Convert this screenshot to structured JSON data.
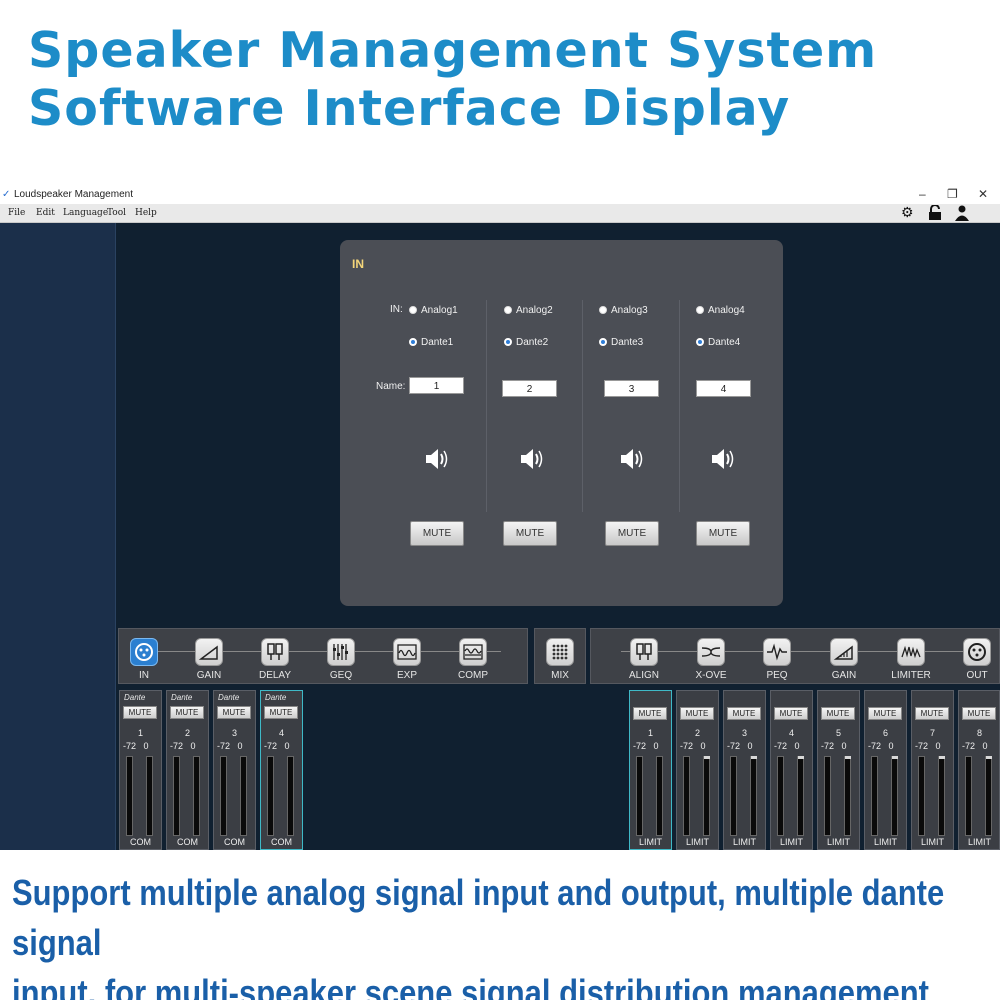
{
  "headline": {
    "line1": "Speaker Management System",
    "line2": "Software Interface Display"
  },
  "footer": {
    "line1": "Support multiple analog signal input and output, multiple dante signal",
    "line2": "input, for multi-speaker scene signal distribution management"
  },
  "window": {
    "title": "Loudspeaker Management",
    "minimize": "–",
    "restore": "❐",
    "close": "✕"
  },
  "menu": [
    "File",
    "Edit",
    "Language",
    "Tool",
    "Help"
  ],
  "toolbar_icons": [
    "gear-icon",
    "lock-icon",
    "user-icon"
  ],
  "in_panel": {
    "title": "IN",
    "in_label": "IN:",
    "name_label": "Name:",
    "channels": [
      {
        "analog": "Analog1",
        "dante": "Dante1",
        "name": "1",
        "mute": "MUTE",
        "selected": "dante"
      },
      {
        "analog": "Analog2",
        "dante": "Dante2",
        "name": "2",
        "mute": "MUTE",
        "selected": "dante"
      },
      {
        "analog": "Analog3",
        "dante": "Dante3",
        "name": "3",
        "mute": "MUTE",
        "selected": "dante"
      },
      {
        "analog": "Analog4",
        "dante": "Dante4",
        "name": "4",
        "mute": "MUTE",
        "selected": "dante"
      }
    ]
  },
  "modules_in": [
    "IN",
    "GAIN",
    "DELAY",
    "GEQ",
    "EXP",
    "COMP"
  ],
  "module_mix": "MIX",
  "modules_out": [
    "ALIGN",
    "X-OVE",
    "PEQ",
    "GAIN",
    "LIMITER",
    "OUT"
  ],
  "input_channels": [
    {
      "badge": "Dante",
      "mute": "MUTE",
      "num": "1",
      "min": "-72",
      "max": "0",
      "foot": "COM"
    },
    {
      "badge": "Dante",
      "mute": "MUTE",
      "num": "2",
      "min": "-72",
      "max": "0",
      "foot": "COM"
    },
    {
      "badge": "Dante",
      "mute": "MUTE",
      "num": "3",
      "min": "-72",
      "max": "0",
      "foot": "COM"
    },
    {
      "badge": "Dante",
      "mute": "MUTE",
      "num": "4",
      "min": "-72",
      "max": "0",
      "foot": "COM"
    }
  ],
  "output_channels": [
    {
      "mute": "MUTE",
      "num": "1",
      "min": "-72",
      "max": "0",
      "foot": "LIMIT"
    },
    {
      "mute": "MUTE",
      "num": "2",
      "min": "-72",
      "max": "0",
      "foot": "LIMIT"
    },
    {
      "mute": "MUTE",
      "num": "3",
      "min": "-72",
      "max": "0",
      "foot": "LIMIT"
    },
    {
      "mute": "MUTE",
      "num": "4",
      "min": "-72",
      "max": "0",
      "foot": "LIMIT"
    },
    {
      "mute": "MUTE",
      "num": "5",
      "min": "-72",
      "max": "0",
      "foot": "LIMIT"
    },
    {
      "mute": "MUTE",
      "num": "6",
      "min": "-72",
      "max": "0",
      "foot": "LIMIT"
    },
    {
      "mute": "MUTE",
      "num": "7",
      "min": "-72",
      "max": "0",
      "foot": "LIMIT"
    },
    {
      "mute": "MUTE",
      "num": "8",
      "min": "-72",
      "max": "0",
      "foot": "LIMIT"
    }
  ],
  "colors": {
    "headline": "#1d8cc8",
    "footer": "#1a5fa8",
    "app_bg": "#102030",
    "panel_bg": "#4b4e55",
    "accent": "#2b7fd0",
    "selected_channel": "#3fb9c7"
  }
}
